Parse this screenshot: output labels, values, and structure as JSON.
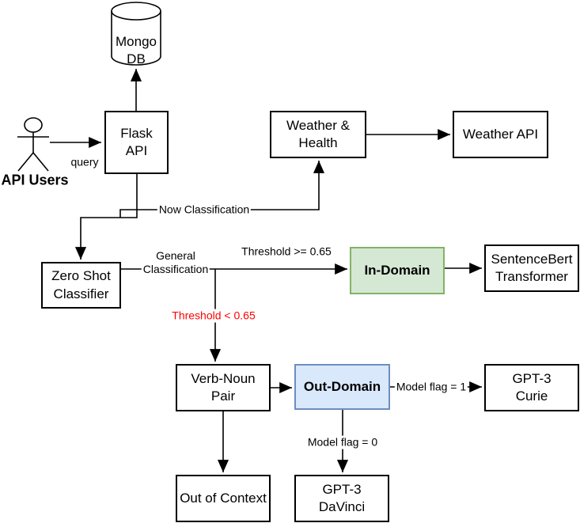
{
  "diagram": {
    "nodes": {
      "mongo_db": {
        "label": "Mongo\nDB"
      },
      "flask_api": {
        "label": "Flask\nAPI"
      },
      "weather_health": {
        "label": "Weather &\nHealth"
      },
      "weather_api": {
        "label": "Weather API"
      },
      "zero_shot": {
        "label": "Zero Shot\nClassifier"
      },
      "in_domain": {
        "label": "In-Domain"
      },
      "sentencebert": {
        "label": "SentenceBert\nTransformer"
      },
      "verb_noun": {
        "label": "Verb-Noun\nPair"
      },
      "out_domain": {
        "label": "Out-Domain"
      },
      "gpt3_curie": {
        "label": "GPT-3\nCurie"
      },
      "out_of_context": {
        "label": "Out of Context"
      },
      "gpt3_davinci": {
        "label": "GPT-3\nDaVinci"
      }
    },
    "actor": {
      "label": "API Users"
    },
    "edge_labels": {
      "query": "query",
      "now_classification": "Now Classification",
      "general_classification": "General\nClassification",
      "threshold_ge": "Threshold >= 0.65",
      "threshold_lt": "Threshold < 0.65",
      "model_flag_1": "Model flag = 1",
      "model_flag_0": "Model flag = 0"
    },
    "colors": {
      "in_domain_fill": "#d5e8d4",
      "in_domain_border": "#82b366",
      "out_domain_fill": "#dae8fc",
      "out_domain_border": "#6c8ebf",
      "threshold_warning": "#ff0000",
      "line": "#000000"
    }
  }
}
